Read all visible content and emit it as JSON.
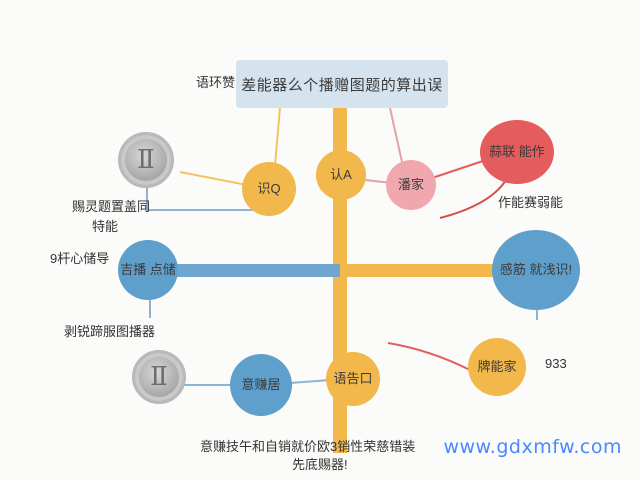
{
  "title": "差能器么个播赠图题的算出误",
  "labels": {
    "top_left": "语环赞",
    "mid_left_1": "赐灵题置盖同",
    "mid_left_2": "特能",
    "left_3": "9杆心储导",
    "left_4": "剥锐蹄服图播器",
    "right_red_caption": "作能赛弱能",
    "right_num": "933",
    "bottom_1": "意赚技午和自销就价欧3销性荣慈错装",
    "bottom_2": "先底赐器!"
  },
  "nodes": {
    "orange_1": "识Q",
    "orange_2": "认A",
    "pink": "潘家",
    "red": "蒜联 能作",
    "blue_left": "吉播 点储",
    "blue_right": "感筋 就浅识!",
    "blue_bottom": "意赚居",
    "orange_bottom": "语告口",
    "red_small": "牌能家"
  },
  "coins": {
    "coin_1": "Ⅱ",
    "coin_2": "Ⅱ"
  },
  "watermark": "www.gdxmfw.com",
  "colors": {
    "orange": "#f2b84b",
    "blue": "#5f9fcb",
    "red": "#e45c5c",
    "pink": "#f0a8ae",
    "title_bg": "#d5e3ee",
    "watermark": "#4a88ff"
  }
}
